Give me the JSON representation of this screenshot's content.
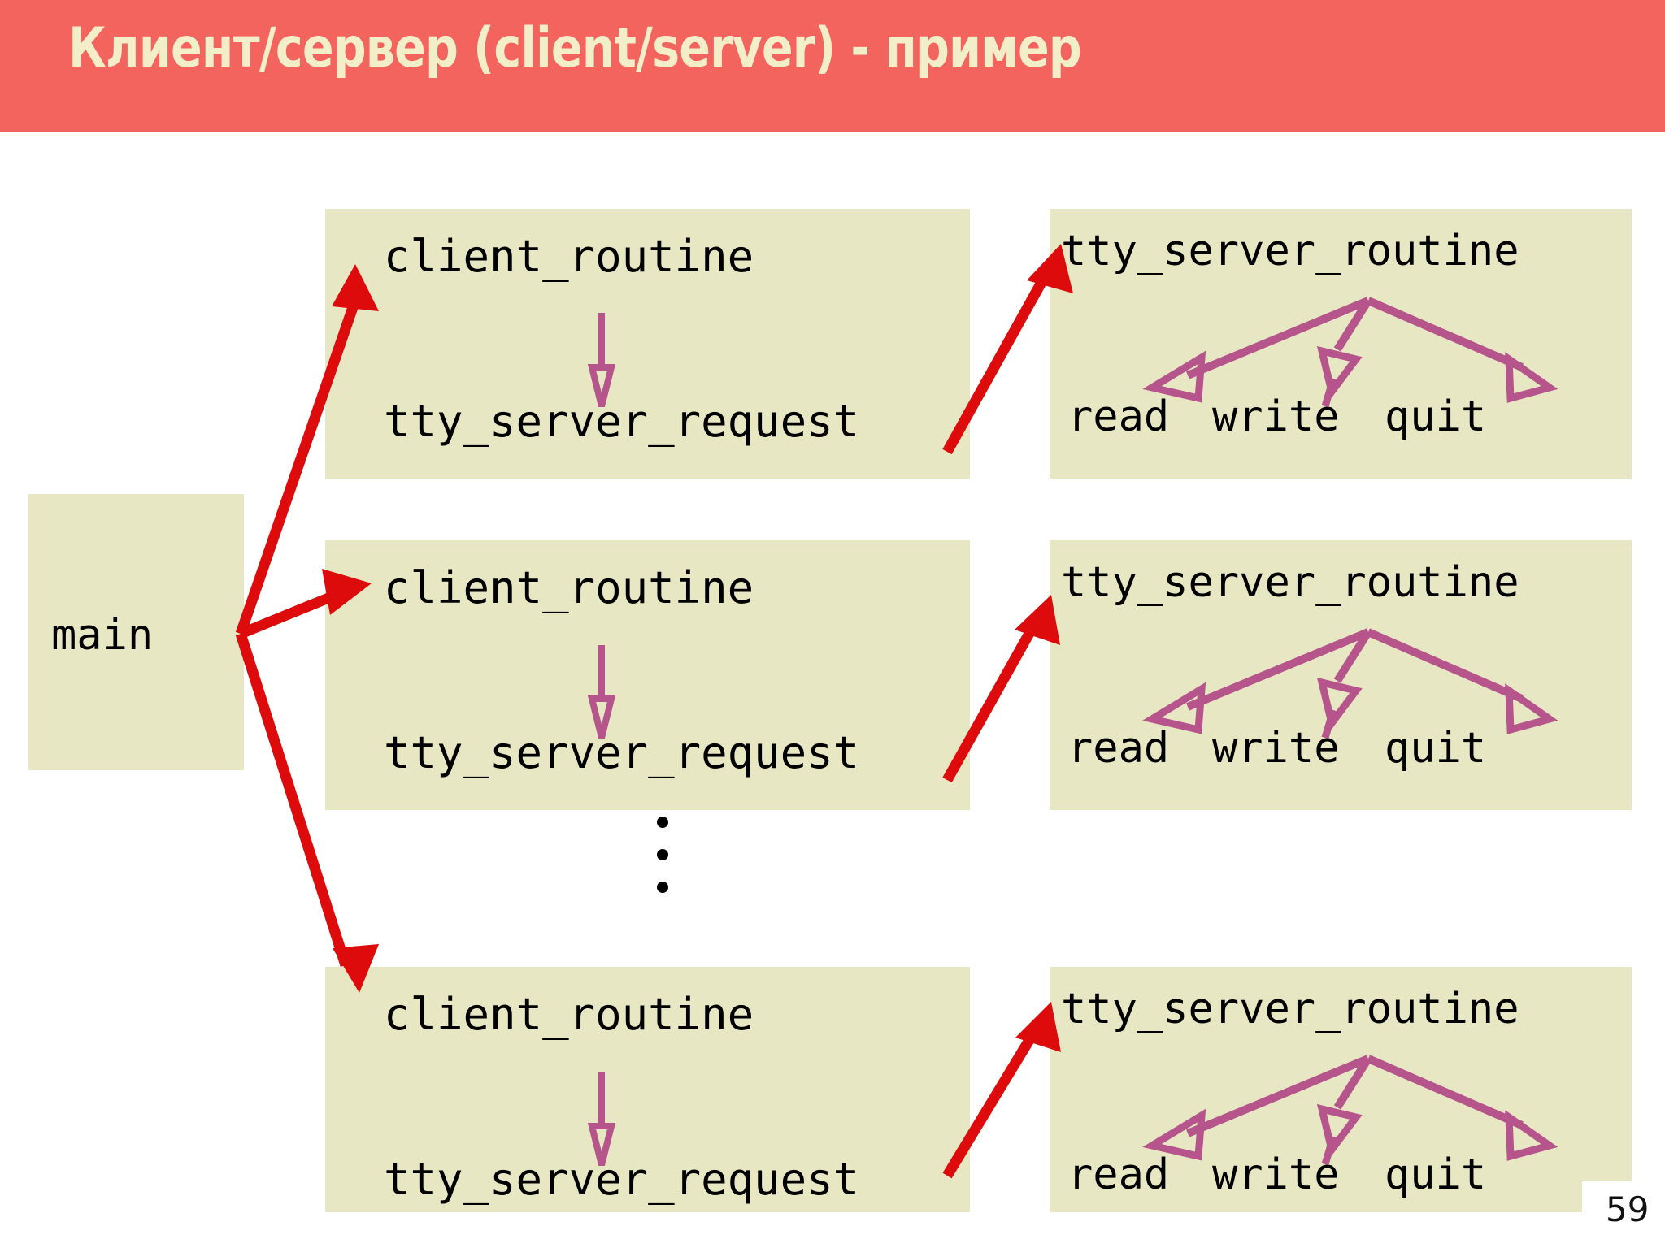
{
  "slide": {
    "title": "Клиент/сервер (client/server) - пример",
    "page_number": "59",
    "banner_color": "#f4645e",
    "title_color": "#f2eec7",
    "box_color": "#e8e7c4",
    "call_arrow_color": "#dd0b0b",
    "flow_arrow_color": "#b5558c",
    "background_color": "#ffffff",
    "ellipsis_symbol": "vertical-ellipsis"
  },
  "entry": {
    "label": "main"
  },
  "clients": [
    {
      "top_label": "client_routine",
      "bottom_label": "tty_server_request"
    },
    {
      "top_label": "client_routine",
      "bottom_label": "tty_server_request"
    },
    {
      "top_label": "client_routine",
      "bottom_label": "tty_server_request"
    }
  ],
  "servers": [
    {
      "top_label": "tty_server_routine",
      "leaves": [
        "read",
        "write",
        "quit"
      ]
    },
    {
      "top_label": "tty_server_routine",
      "leaves": [
        "read",
        "write",
        "quit"
      ]
    },
    {
      "top_label": "tty_server_routine",
      "leaves": [
        "read",
        "write",
        "quit"
      ]
    }
  ]
}
